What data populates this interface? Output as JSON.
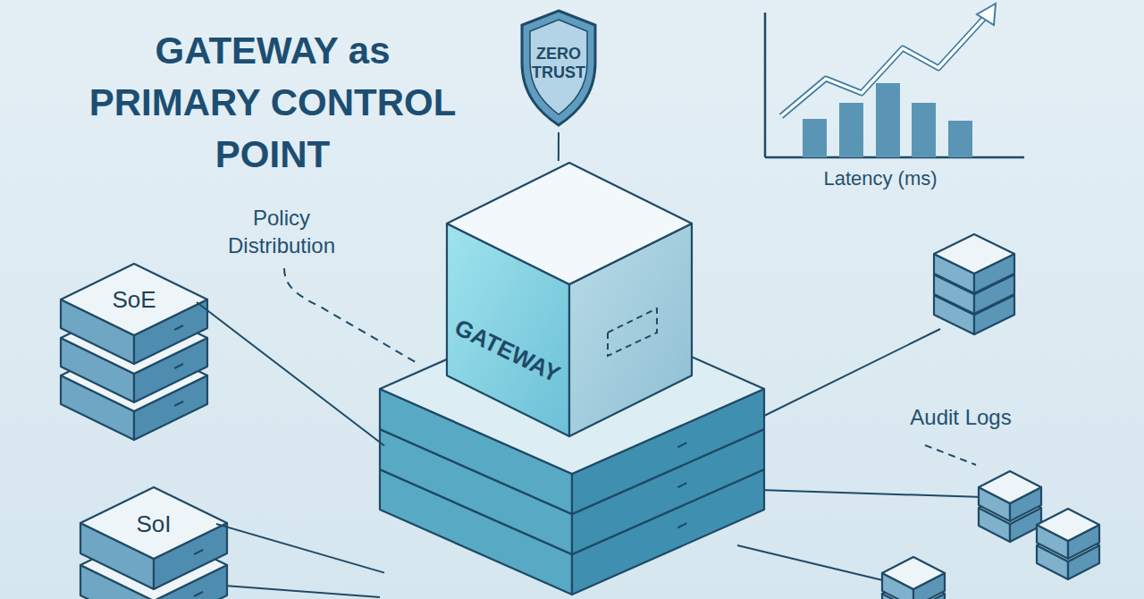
{
  "diagram": {
    "title": "GATEWAY as PRIMARY CONTROL POINT",
    "nodes": [
      {
        "text": [
          "ZERO TRUST"
        ]
      },
      {
        "text": [
          "GATEWAY"
        ]
      },
      {
        "text": [
          "SoE"
        ]
      },
      {
        "text": [
          "SoI"
        ]
      }
    ],
    "edges": [
      {
        "from": 0,
        "to": 1,
        "arrow": "none"
      },
      {
        "from": 2,
        "to": 1,
        "arrow": "none"
      },
      {
        "from": 3,
        "to": 1,
        "arrow": "none"
      }
    ],
    "labels": [
      "Policy Distribution",
      "Latency (ms)",
      "Audit Logs"
    ]
  }
}
